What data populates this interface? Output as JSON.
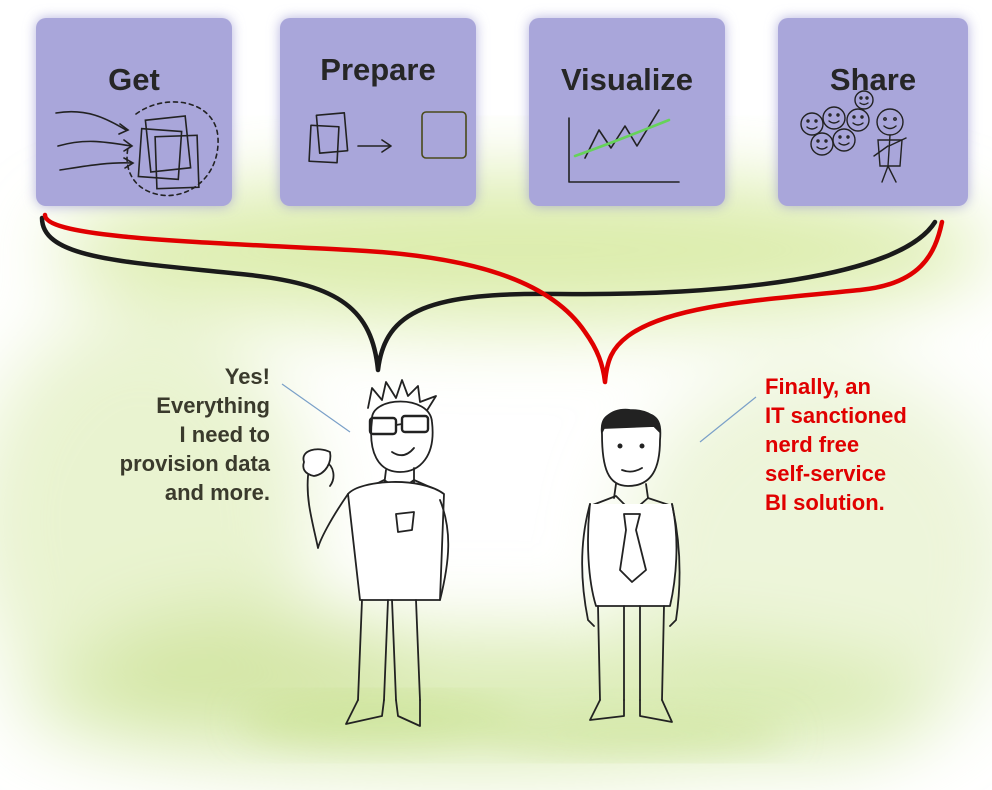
{
  "stages": [
    {
      "label": "Get",
      "icon": "incoming-arrows-documents-icon"
    },
    {
      "label": "Prepare",
      "icon": "documents-to-single-page-icon"
    },
    {
      "label": "Visualize",
      "icon": "line-chart-icon"
    },
    {
      "label": "Share",
      "icon": "group-of-faces-icon"
    }
  ],
  "left_quote": {
    "lines": [
      "Yes!",
      "Everything",
      "I need to",
      "provision data",
      "and more."
    ],
    "color": "#3a3a2c"
  },
  "right_quote": {
    "lines": [
      "Finally, an",
      "IT sanctioned",
      "nerd free",
      "self-service",
      "BI solution."
    ],
    "color": "#e00000"
  },
  "colors": {
    "panel": "#a9a6da",
    "brace_black": "#1a1a1a",
    "brace_red": "#e00000",
    "trend_line": "#66d25a",
    "ground_wash": "#dbedb2"
  }
}
